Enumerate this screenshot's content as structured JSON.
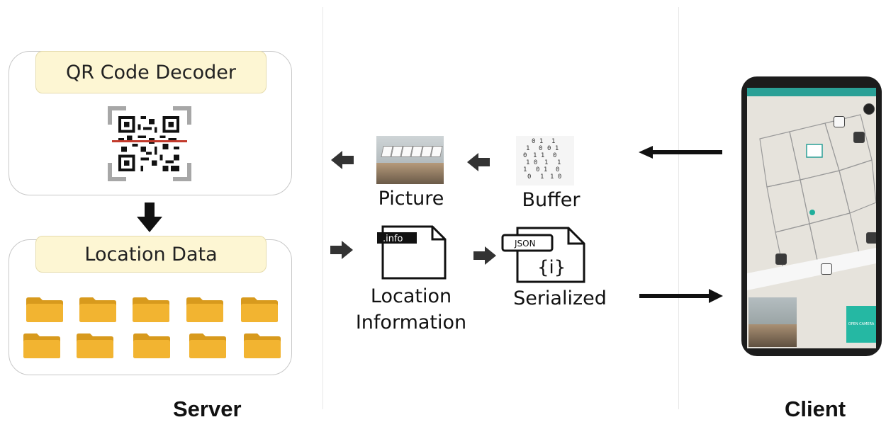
{
  "server": {
    "label": "Server",
    "decoder_label": "QR Code Decoder",
    "location_data_label": "Location Data",
    "folder_count": 10
  },
  "client": {
    "label": "Client",
    "open_camera_label": "OPEN CAMERA"
  },
  "flow": {
    "picture_label": "Picture",
    "buffer_label": "Buffer",
    "location_info_label_1": "Location",
    "location_info_label_2": "Information",
    "info_tag": ".info",
    "serialized_label": "Serialized",
    "json_tag": "JSON",
    "json_symbol": "{i}"
  },
  "colors": {
    "label_fill": "#fdf6d3",
    "folder": "#f2b431",
    "folder_dark": "#d89a1d",
    "screen_accent": "#25b8a3"
  }
}
